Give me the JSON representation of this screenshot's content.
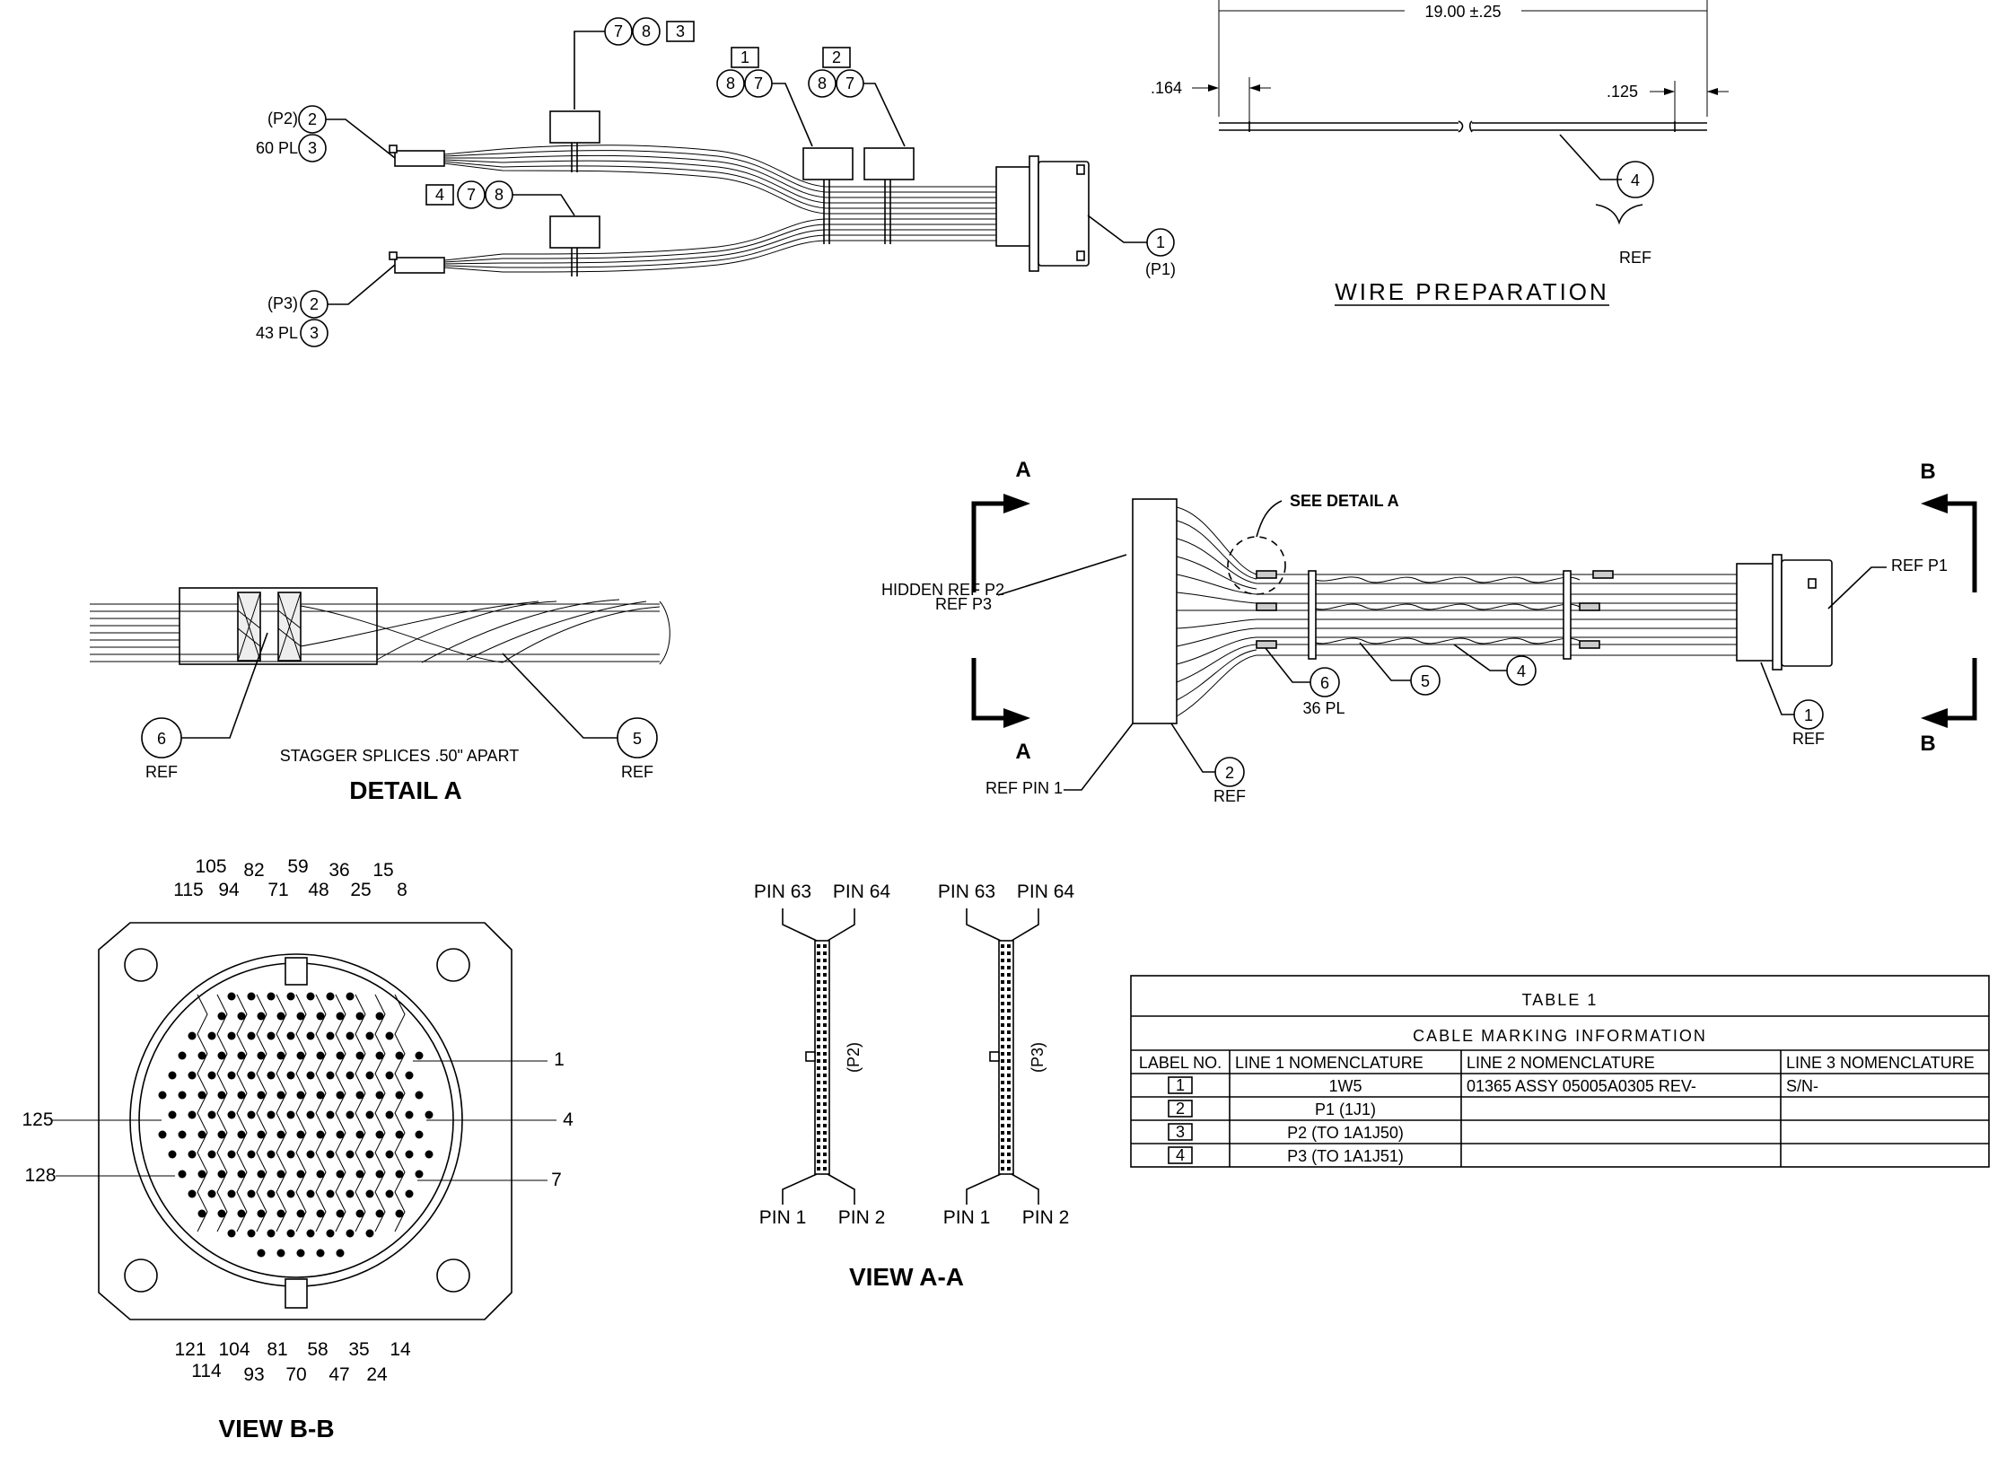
{
  "harness_view": {
    "balloons": {
      "connector_p1": "1",
      "connector_p2": "2",
      "connector_p3": "2",
      "contact_p2": "3",
      "contact_p3": "3",
      "tag_top_a": "7",
      "tag_top_b": "8",
      "tag_top_label": "3",
      "tag_mid_label": "4",
      "tag_mid_a": "7",
      "tag_mid_b": "8",
      "tag_r1_label": "1",
      "tag_r1_a": "8",
      "tag_r1_b": "7",
      "tag_r2_label": "2",
      "tag_r2_a": "8",
      "tag_r2_b": "7"
    },
    "p2_tag": "(P2)",
    "p2_qty": "60 PL",
    "p3_tag": "(P3)",
    "p3_qty": "43 PL",
    "p1_tag": "(P1)"
  },
  "wire_prep": {
    "overall_length": "19.00  ±.25",
    "left_strip": ".164",
    "right_strip": ".125",
    "item": "4",
    "ref": "REF",
    "title": "WIRE  PREPARATION"
  },
  "detail_a": {
    "item_left": "6",
    "item_right": "5",
    "ref_left": "REF",
    "ref_right": "REF",
    "note": "STAGGER SPLICES .50\" APART",
    "title": "DETAIL A"
  },
  "assembly_view": {
    "section_a_top": "A",
    "section_a_bottom": "A",
    "section_b_top": "B",
    "section_b_bottom": "B",
    "see_detail": "SEE DETAIL A",
    "hidden_ref": "HIDDEN  REF  P2",
    "ref_p3": "REF  P3",
    "ref_pin1": "REF  PIN  1",
    "ref_p1": "REF  P1",
    "item_6": "6",
    "item_6_qty": "36  PL",
    "item_5": "5",
    "item_4": "4",
    "item_2": "2",
    "item_2_ref": "REF",
    "item_1": "1",
    "item_1_ref": "REF"
  },
  "view_bb": {
    "title": "VIEW B-B",
    "top_labels": [
      "115",
      "105",
      "94",
      "82",
      "71",
      "59",
      "48",
      "36",
      "25",
      "15",
      "8"
    ],
    "bottom_labels": [
      "121",
      "114",
      "104",
      "93",
      "81",
      "70",
      "58",
      "47",
      "35",
      "24",
      "14"
    ],
    "left_labels": [
      "125",
      "128"
    ],
    "right_labels": [
      "1",
      "4",
      "7"
    ]
  },
  "view_aa": {
    "title": "VIEW A-A",
    "left_conn": "(P2)",
    "right_conn": "(P3)",
    "pin63": "PIN  63",
    "pin64": "PIN  64",
    "pin1": "PIN  1",
    "pin2": "PIN  2"
  },
  "table": {
    "title": "TABLE  1",
    "subtitle": "CABLE  MARKING  INFORMATION",
    "headers": [
      "LABEL  NO.",
      "LINE  1  NOMENCLATURE",
      "LINE  2  NOMENCLATURE",
      "LINE  3  NOMENCLATURE"
    ],
    "rows": [
      {
        "label": "1",
        "line1": "1W5",
        "line2": "01365  ASSY  05005A0305  REV-",
        "line3": "S/N-"
      },
      {
        "label": "2",
        "line1": "P1  (1J1)",
        "line2": "",
        "line3": ""
      },
      {
        "label": "3",
        "line1": "P2  (TO  1A1J50)",
        "line2": "",
        "line3": ""
      },
      {
        "label": "4",
        "line1": "P3  (TO  1A1J51)",
        "line2": "",
        "line3": ""
      }
    ]
  }
}
